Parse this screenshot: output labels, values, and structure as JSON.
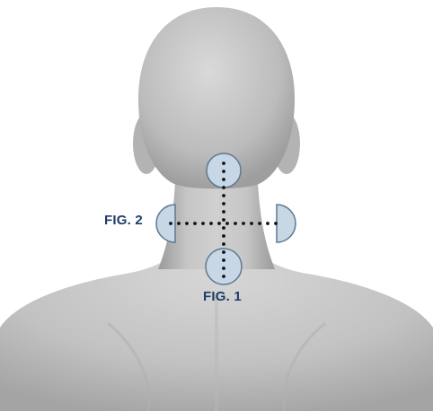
{
  "labels": {
    "fig1": "FIG. 1",
    "fig2": "FIG. 2"
  },
  "colors": {
    "label_text": "#1f3c68",
    "marker_fill": "#c7d7e6",
    "marker_stroke": "#5e7990",
    "dots": "#111111",
    "body_skin": "#bdbdbd"
  },
  "markers": {
    "count": 4,
    "shape": "circle",
    "placement": [
      "upper-neck",
      "lower-neck",
      "left-side-neck",
      "right-side-neck"
    ]
  }
}
